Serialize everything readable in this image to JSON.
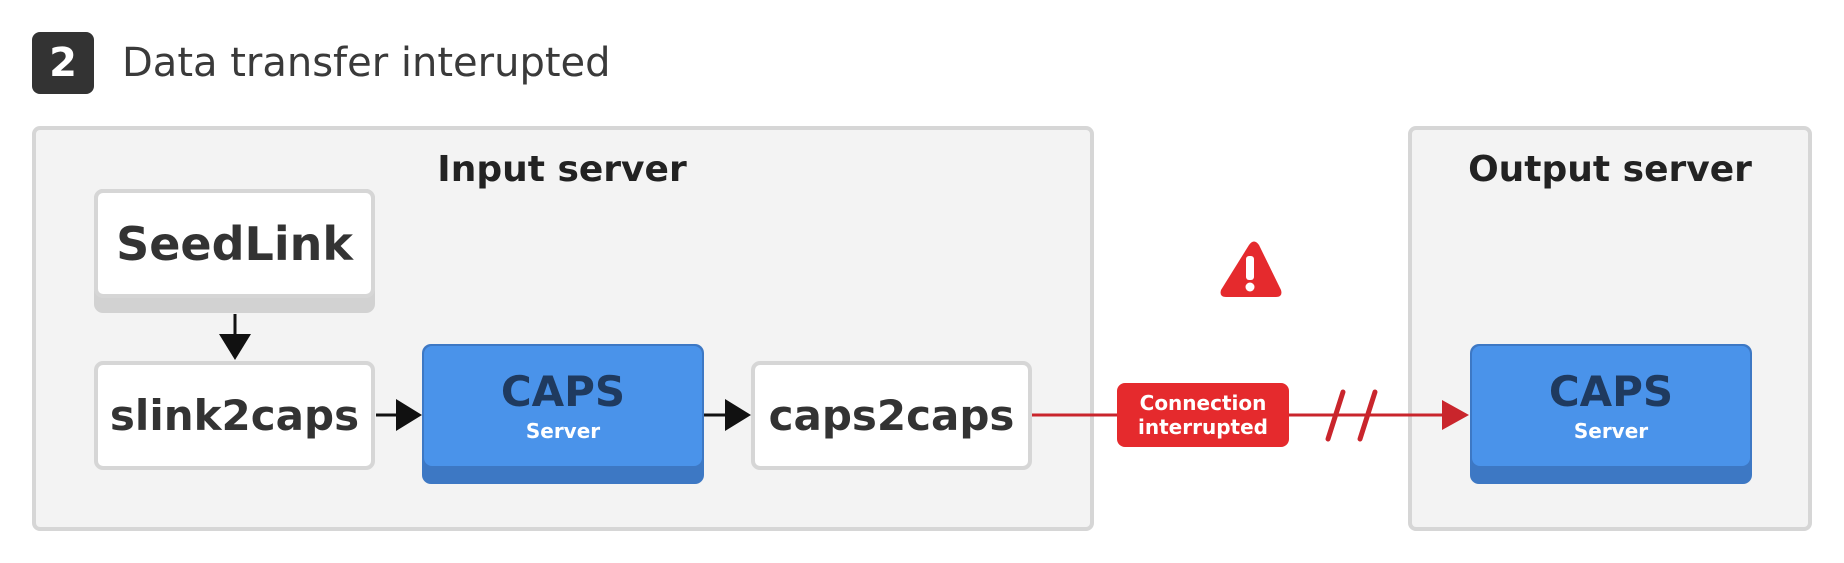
{
  "header": {
    "step_number": "2",
    "title": "Data transfer interupted"
  },
  "input_server": {
    "title": "Input server",
    "seedlink_label": "SeedLink",
    "slink2caps_label": "slink2caps",
    "caps_title": "CAPS",
    "caps_subtitle": "Server",
    "caps2caps_label": "caps2caps"
  },
  "connection": {
    "status_line1": "Connection",
    "status_line2": "interrupted",
    "warning_icon": "warning-triangle-icon",
    "break_icon": "double-slash-break-icon"
  },
  "output_server": {
    "title": "Output server",
    "caps_title": "CAPS",
    "caps_subtitle": "Server"
  },
  "colors": {
    "caps_blue": "#4a93ea",
    "caps_blue_dark": "#3d78c4",
    "alert_red": "#e52a2d",
    "line_red": "#c9252c",
    "panel_bg": "#f3f3f3",
    "panel_border": "#d6d6d6",
    "badge_bg": "#333333"
  }
}
